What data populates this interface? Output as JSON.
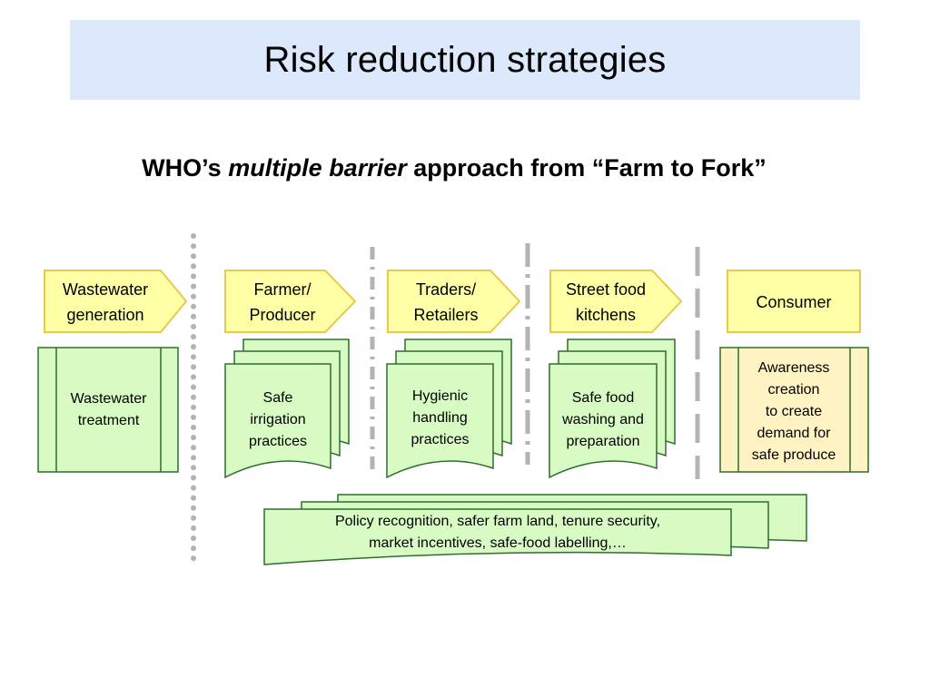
{
  "title": "Risk reduction strategies",
  "subtitle": {
    "prefix": "WHO’s ",
    "emphasis": "multiple barrier",
    "suffix": " approach from “Farm to Fork”"
  },
  "stages": [
    {
      "label": "Wastewater\ngeneration"
    },
    {
      "label": "Farmer/\nProducer"
    },
    {
      "label": "Traders/\nRetailers"
    },
    {
      "label": "Street food\nkitchens"
    },
    {
      "label": "Consumer"
    }
  ],
  "barriers": [
    {
      "label": "Wastewater\ntreatment"
    },
    {
      "label": "Safe\nirrigation\npractices"
    },
    {
      "label": "Hygienic\nhandling\npractices"
    },
    {
      "label": "Safe food\nwashing and\npreparation"
    },
    {
      "label": "Awareness\ncreation\nto create\ndemand for\nsafe produce"
    }
  ],
  "policy": {
    "label": "Policy recognition, safer farm land, tenure security,\nmarket incentives, safe-food labelling,…"
  },
  "colors": {
    "title_bg": "#dce8fb",
    "stage_fill": "#ffffa6",
    "stage_stroke": "#e7c94f",
    "barrier_green": "#d8fbc4",
    "barrier_green_stroke": "#2e6d2e",
    "barrier_yellow": "#fff3c4",
    "divider": "#b3b3b3"
  }
}
